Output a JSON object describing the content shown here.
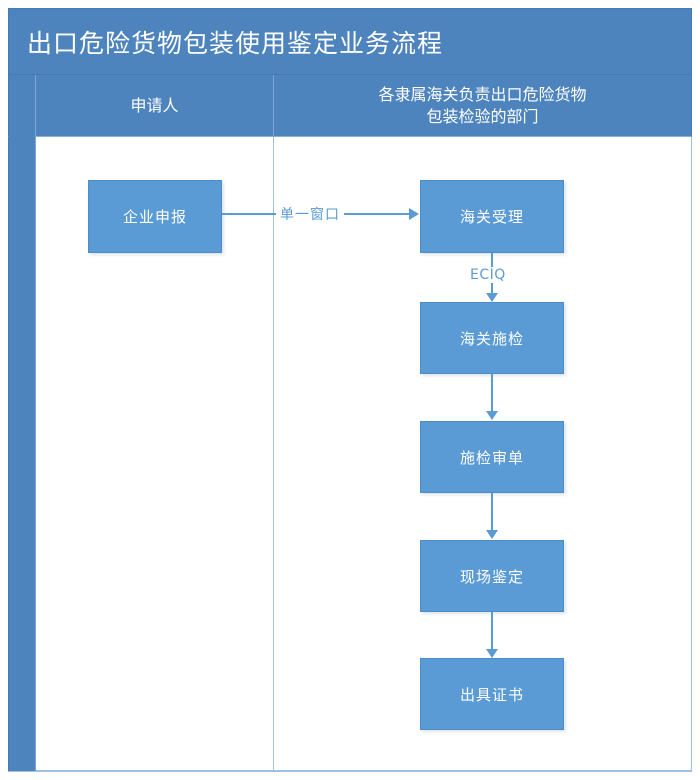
{
  "chart_data": {
    "type": "diagram",
    "diagram_kind": "swimlane-flowchart",
    "title": "出口危险货物包装使用鉴定业务流程",
    "lanes": [
      {
        "id": "applicant",
        "label": "申请人"
      },
      {
        "id": "customs",
        "label": "各隶属海关负责出口危险货物\n包装检验的部门"
      }
    ],
    "nodes": [
      {
        "id": "n1",
        "lane": "applicant",
        "label": "企业申报"
      },
      {
        "id": "n2",
        "lane": "customs",
        "label": "海关受理"
      },
      {
        "id": "n3",
        "lane": "customs",
        "label": "海关施检"
      },
      {
        "id": "n4",
        "lane": "customs",
        "label": "施检审单"
      },
      {
        "id": "n5",
        "lane": "customs",
        "label": "现场鉴定"
      },
      {
        "id": "n6",
        "lane": "customs",
        "label": "出具证书"
      }
    ],
    "edges": [
      {
        "from": "n1",
        "to": "n2",
        "label": "单一窗口",
        "direction": "right"
      },
      {
        "from": "n2",
        "to": "n3",
        "label": "ECIQ",
        "direction": "down"
      },
      {
        "from": "n3",
        "to": "n4",
        "label": "",
        "direction": "down"
      },
      {
        "from": "n4",
        "to": "n5",
        "label": "",
        "direction": "down"
      },
      {
        "from": "n5",
        "to": "n6",
        "label": "",
        "direction": "down"
      }
    ],
    "colors": {
      "header_blue": "#4e84be",
      "node_blue": "#5b9bd5",
      "connector_blue": "#5b9bd5",
      "frame_border": "#9fc1e0",
      "text_on_blue": "#ffffff",
      "label_text": "#5b9bd5",
      "background": "#ffffff"
    }
  },
  "title": {
    "text": "出口危险货物包装使用鉴定业务流程"
  },
  "lane_headers": {
    "applicant": "申请人",
    "customs": "各隶属海关负责出口危险货物\n包装检验的部门"
  },
  "nodes": {
    "enterprise_declaration": "企业申报",
    "customs_acceptance": "海关受理",
    "customs_inspection": "海关施检",
    "inspection_review": "施检审单",
    "onsite_appraisal": "现场鉴定",
    "certificate_issuance": "出具证书"
  },
  "edge_labels": {
    "single_window": "单一窗口",
    "eciq": "ECIQ"
  }
}
